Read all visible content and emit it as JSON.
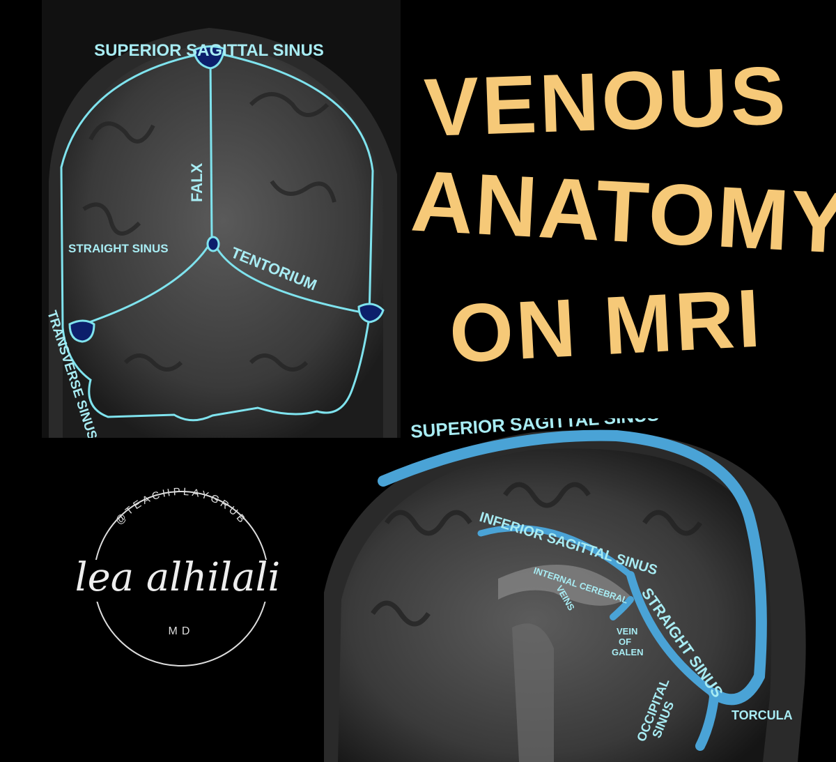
{
  "title": {
    "line1": "VENOUS",
    "line2": "ANATOMY",
    "line3": "ON MRI"
  },
  "coronal": {
    "labels": {
      "superior_sagittal_sinus": "SUPERIOR SAGITTAL SINUS",
      "falx": "FALX",
      "straight_sinus": "STRAIGHT SINUS",
      "tentorium": "TENTORIUM",
      "transverse_sinus": "TRANSVERSE SINUS"
    }
  },
  "sagittal": {
    "labels": {
      "superior_sagittal_sinus": "SUPERIOR SAGITTAL SINUS",
      "inferior_sagittal_sinus": "INFERIOR SAGITTAL SINUS",
      "internal_cerebral_veins_1": "INTERNAL CEREBRAL",
      "internal_cerebral_veins_2": "VEINS",
      "vein_of_galen_1": "VEIN",
      "vein_of_galen_2": "OF",
      "vein_of_galen_3": "GALEN",
      "straight_sinus": "STRAIGHT SINUS",
      "occipital_sinus_1": "OCCIPITAL",
      "occipital_sinus_2": "SINUS",
      "torcula": "TORCULA"
    }
  },
  "logo": {
    "handle": "@TEACHPLAYGRUB",
    "name": "lea alhilali",
    "credential": "MD"
  },
  "colors": {
    "title": "#f6c978",
    "label": "#a8ecf3",
    "outline": "#7fe3ee",
    "sinus_fill": "#4aa3d6",
    "dark_sinus": "#0c1f6b"
  }
}
